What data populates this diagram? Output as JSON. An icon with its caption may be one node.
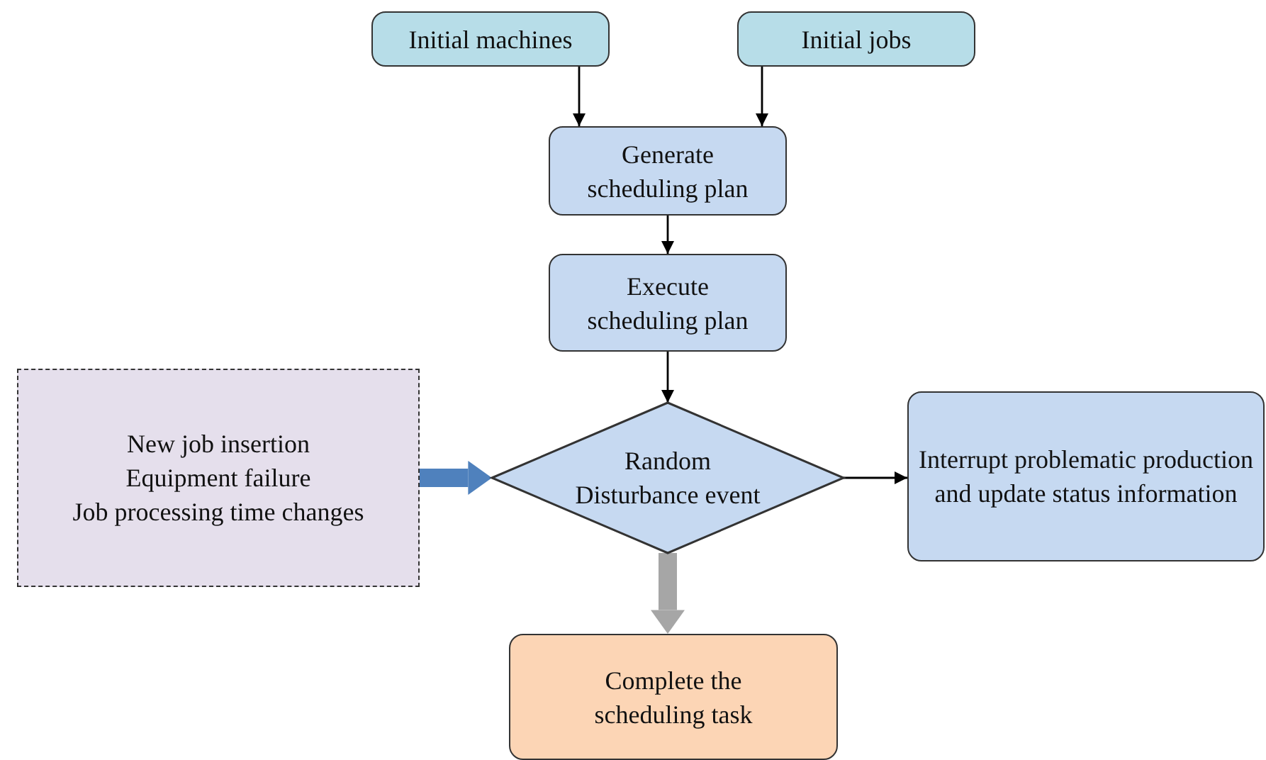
{
  "diagram": {
    "nodes": [
      {
        "text": [
          "Initial machines"
        ]
      },
      {
        "text": [
          "Initial  jobs"
        ]
      },
      {
        "text": [
          "Generate scheduling plan"
        ]
      },
      {
        "text": [
          "Execute scheduling plan"
        ]
      },
      {
        "text": [
          "New job insertion",
          "Equipment failure",
          "Job processing time changes"
        ]
      },
      {
        "text": [
          "Random Disturbance event"
        ]
      },
      {
        "text": [
          "Interrupt problematic production and update status information"
        ]
      },
      {
        "text": [
          "Complete the scheduling task"
        ]
      }
    ],
    "edges": [
      {
        "from": 0,
        "to": 2,
        "arrow": "to"
      },
      {
        "from": 1,
        "to": 2,
        "arrow": "to"
      },
      {
        "from": 2,
        "to": 3,
        "arrow": "to"
      },
      {
        "from": 3,
        "to": 5,
        "arrow": "to"
      },
      {
        "from": 5,
        "to": 6,
        "arrow": "to"
      },
      {
        "from": 4,
        "to": 5,
        "arrow": "to",
        "style": "thick",
        "color": "#4f81bd"
      },
      {
        "from": 5,
        "to": 7,
        "arrow": "to",
        "style": "thick",
        "color": "#a6a6a6"
      }
    ]
  }
}
